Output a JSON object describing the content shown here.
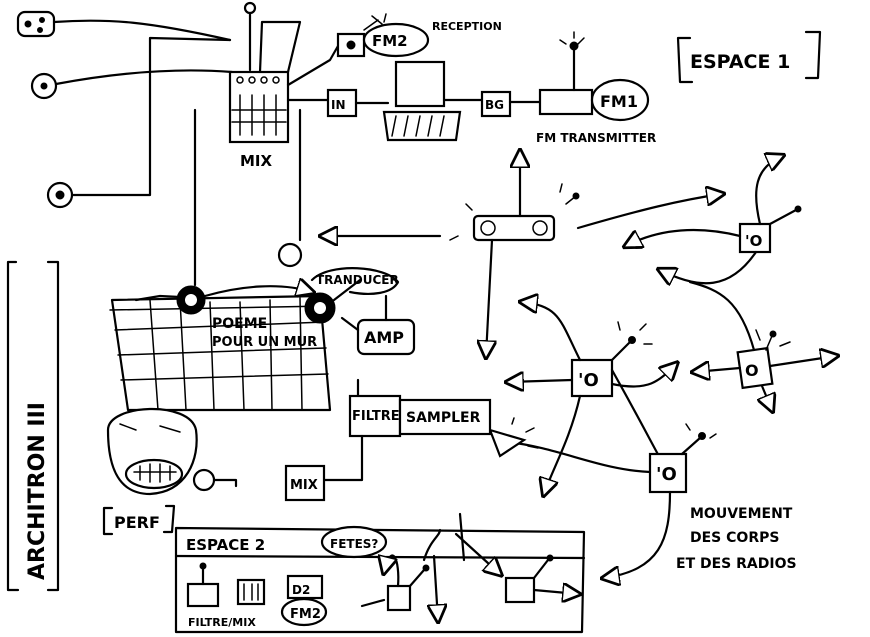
{
  "labels": {
    "fm2_top": "FM2",
    "reception": "RECEPTION",
    "espace1": "ESPACE 1",
    "in": "IN",
    "bg": "BG",
    "fm1": "FM1",
    "fm_transmitter": "FM TRANSMITTER",
    "mix_top": "MIX",
    "architron": "ARCHITRON III",
    "transducer": "TRANDUCER",
    "poeme": "POEME",
    "pour_un_mur": "POUR UN MUR",
    "amp": "AMP",
    "filtre": "FILTRE",
    "sampler": "SAMPLER",
    "mix_bottom": "MIX",
    "perf": "PERF",
    "espace2": "ESPACE 2",
    "fetes": "FETES?",
    "filtre_mix": "FILTRE/MIX",
    "fm2_bottom": "FM2",
    "mouvement1": "MOUVEMENT",
    "mouvement2": "DES CORPS",
    "mouvement3": "ET DES RADIOS"
  }
}
